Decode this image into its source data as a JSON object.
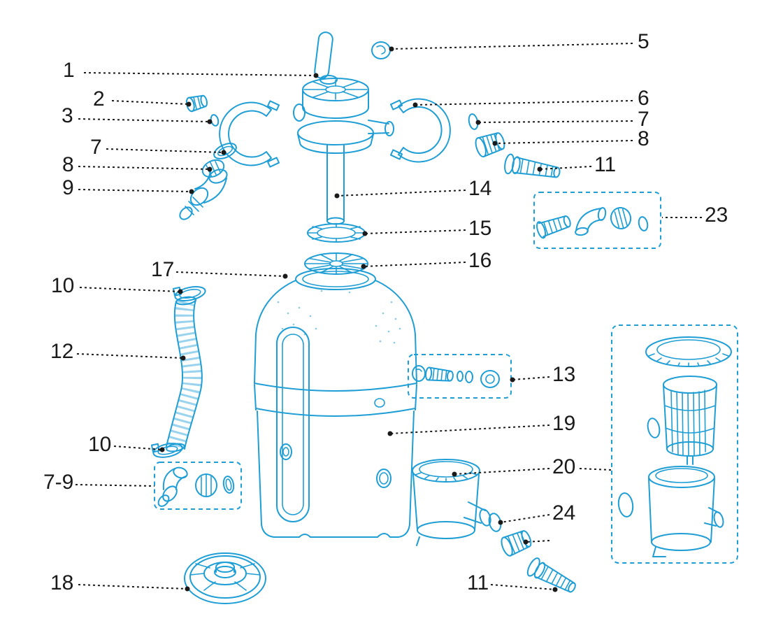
{
  "diagram": {
    "type": "exploded-parts-diagram",
    "subject": "Sand filter pump exploded parts diagram with numbered callouts",
    "accent_color": "#1f9ed6",
    "leader_color": "#1a1a1a"
  },
  "callouts": {
    "part1": {
      "label": "1"
    },
    "part2": {
      "label": "2"
    },
    "part3": {
      "label": "3"
    },
    "part5": {
      "label": "5"
    },
    "part6": {
      "label": "6"
    },
    "part7_right": {
      "label": "7"
    },
    "part8_right": {
      "label": "8"
    },
    "part7_left": {
      "label": "7"
    },
    "part8_left": {
      "label": "8"
    },
    "part9": {
      "label": "9"
    },
    "part10_top": {
      "label": "10"
    },
    "part10_bottom": {
      "label": "10"
    },
    "part11_right": {
      "label": "11"
    },
    "part11_bottom": {
      "label": "11"
    },
    "part12": {
      "label": "12"
    },
    "part13": {
      "label": "13"
    },
    "part14": {
      "label": "14"
    },
    "part15": {
      "label": "15"
    },
    "part16": {
      "label": "16"
    },
    "part17": {
      "label": "17"
    },
    "part18": {
      "label": "18"
    },
    "part19": {
      "label": "19"
    },
    "part20": {
      "label": "20"
    },
    "part23": {
      "label": "23"
    },
    "part24": {
      "label": "24"
    },
    "part7_9_group": {
      "label": "7-9"
    }
  }
}
